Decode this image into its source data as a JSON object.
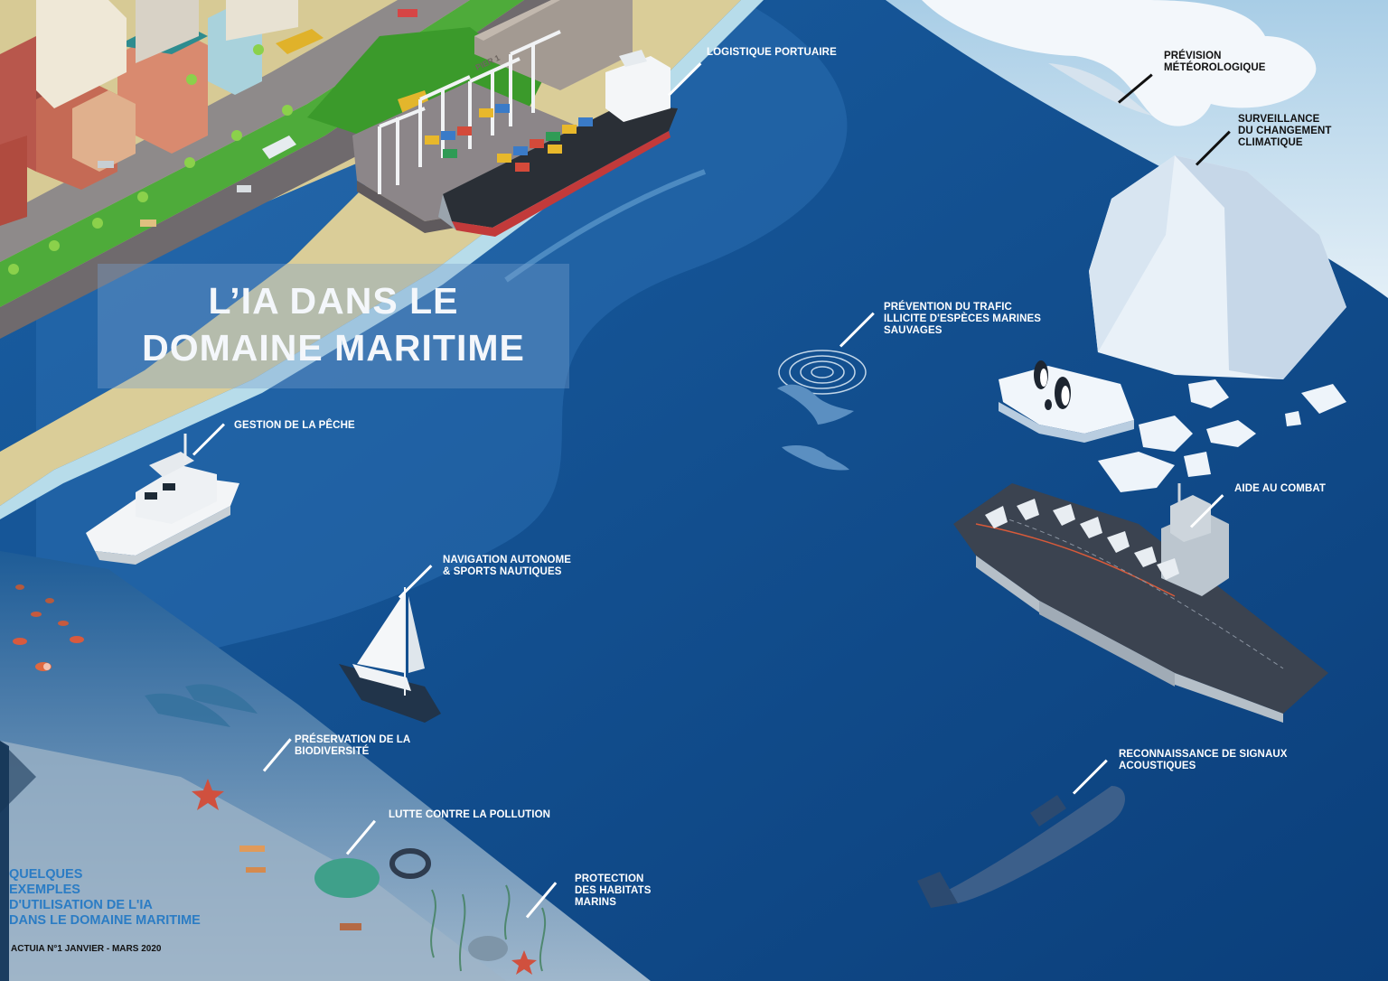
{
  "title": {
    "line1": "L’IA DANS LE",
    "line2": "DOMAINE MARITIME"
  },
  "subtitle": {
    "line1": "QUELQUES",
    "line2": "EXEMPLES",
    "line3": "D'UTILISATION DE L'IA",
    "line4": "DANS LE DOMAINE MARITIME"
  },
  "issue": "ACTUIA N°1 JANVIER - MARS 2020",
  "labels": {
    "logistique": "LOGISTIQUE PORTUAIRE",
    "meteo": "PRÉVISION\nMÉTÉOROLOGIQUE",
    "climat": "SURVEILLANCE\nDU CHANGEMENT\nCLIMATIQUE",
    "trafic": "PRÉVENTION DU TRAFIC\nILLICITE  D'ESPÈCES MARINES\nSAUVAGES",
    "peche": "GESTION DE LA PÊCHE",
    "combat": "AIDE AU COMBAT",
    "navigation": "NAVIGATION AUTONOME\n& SPORTS NAUTIQUES",
    "biodiversite": "PRÉSERVATION DE LA\nBIODIVERSITÉ",
    "acoustique": "RECONNAISSANCE DE SIGNAUX\nACOUSTIQUES",
    "pollution": "LUTTE CONTRE LA POLLUTION",
    "habitats": "PROTECTION\nDES HABITATS\nMARINS"
  },
  "port_sign": "PIER 1",
  "colors": {
    "ocean": "#0f4f90",
    "ocean_deep": "#0a3f7a",
    "sky": "#cfe3f1",
    "sand": "#d9cc98",
    "grass": "#4fae3a",
    "subtitle_blue": "#2b7cc4"
  }
}
